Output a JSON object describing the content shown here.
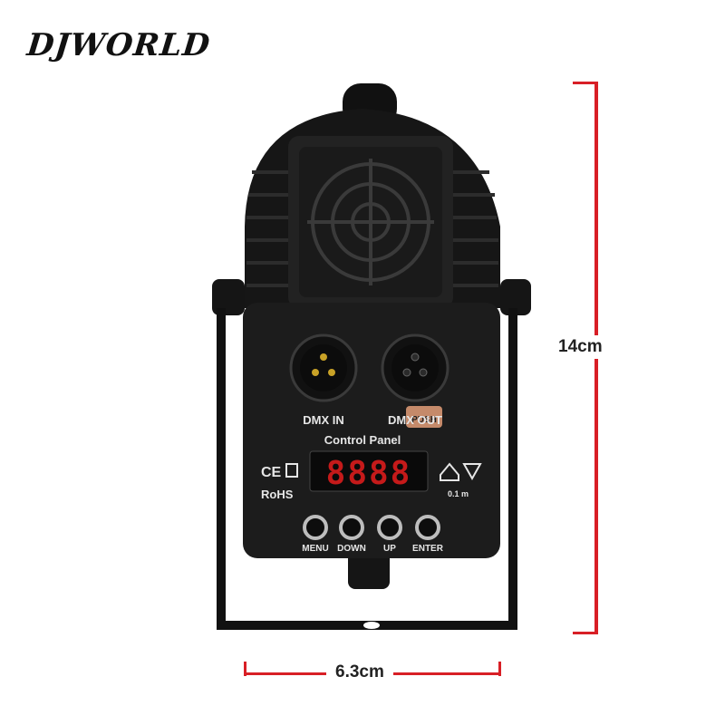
{
  "brand": {
    "text": "DJWORLD"
  },
  "dimensions": {
    "height": "14cm",
    "width": "6.3cm"
  },
  "panel": {
    "dmx_in": "DMX IN",
    "dmx_out": "DMX OUT",
    "push_label": "PUSH",
    "control_panel": "Control Panel",
    "display": "8888",
    "marks": {
      "ce": "CE",
      "rohs": "RoHS",
      "distance": "0.1 m"
    },
    "buttons": [
      "MENU",
      "DOWN",
      "UP",
      "ENTER"
    ]
  },
  "colors": {
    "dimension_line": "#d81f26",
    "display_segments": "#c51a1a",
    "body": "#1a1a1a"
  }
}
